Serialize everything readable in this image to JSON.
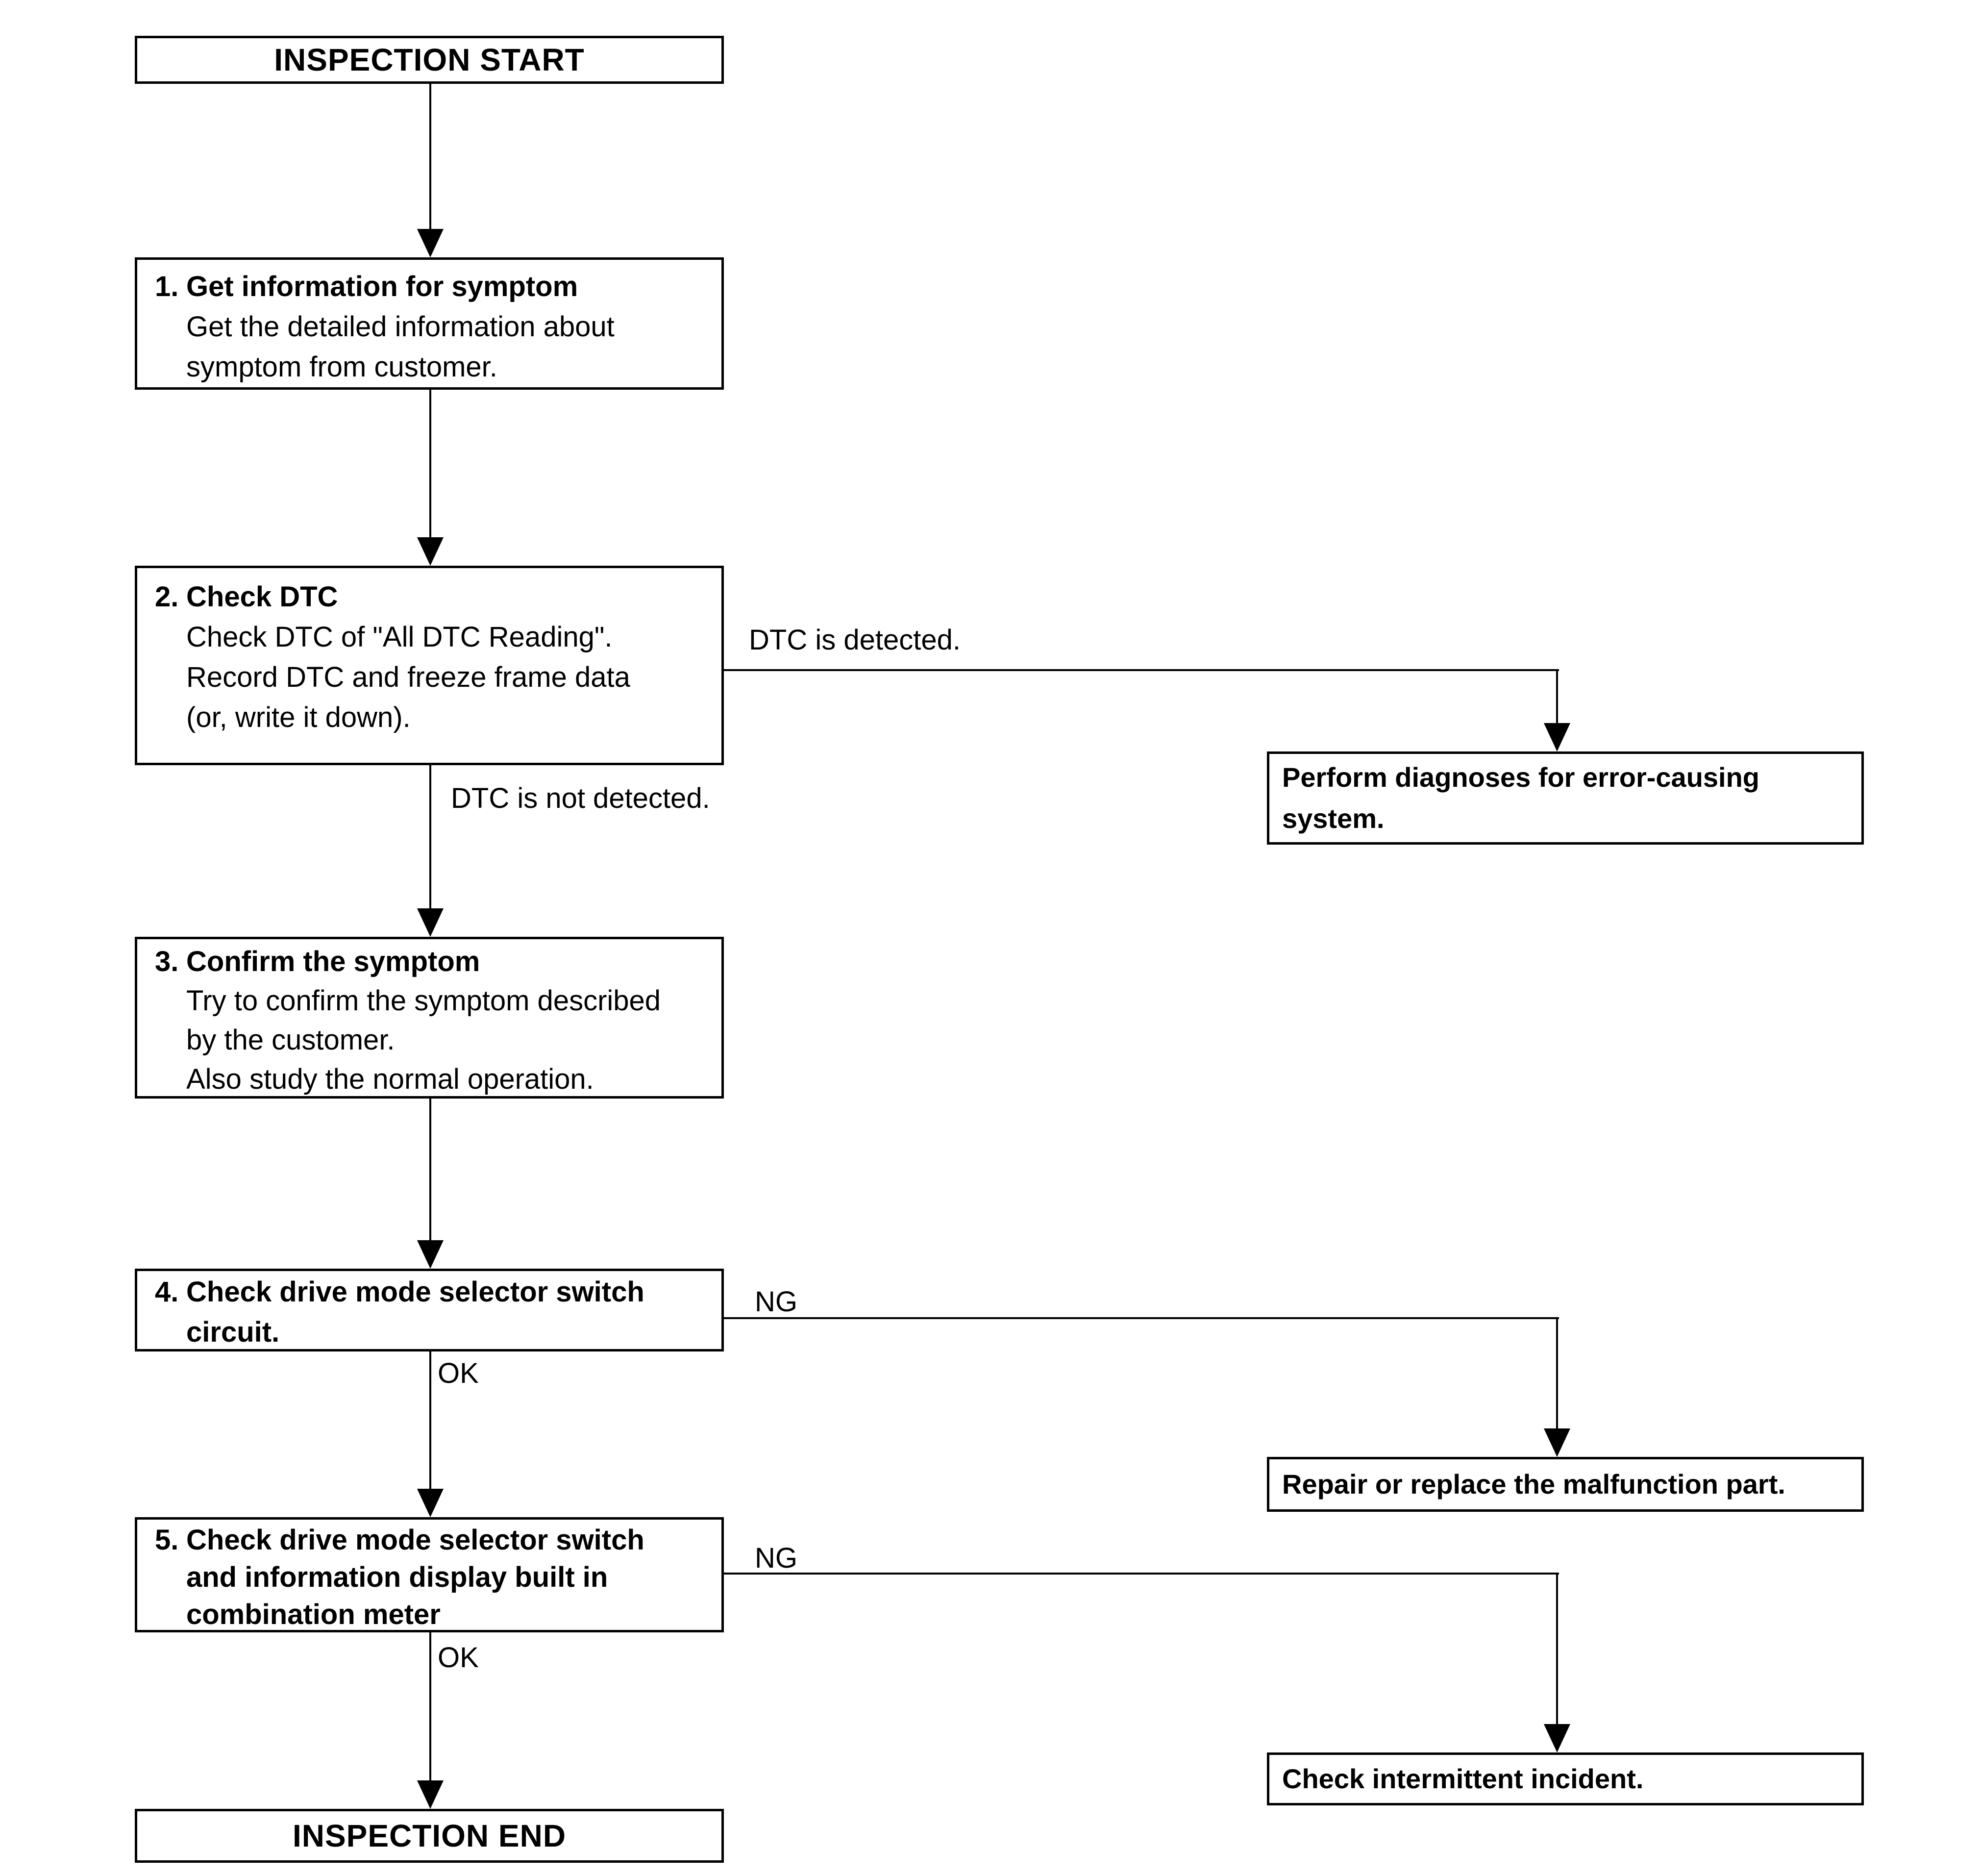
{
  "flowchart": {
    "start": {
      "label": "INSPECTION START"
    },
    "end": {
      "label": "INSPECTION END"
    },
    "steps": {
      "s1": {
        "num": "1.",
        "title": "Get information for symptom",
        "d1": "Get the detailed information about",
        "d2": "symptom from customer."
      },
      "s2": {
        "num": "2.",
        "title": "Check DTC",
        "d1": "Check DTC of \"All DTC Reading\".",
        "d2": "Record DTC and freeze frame data",
        "d3": "(or, write it down)."
      },
      "s3": {
        "num": "3.",
        "title": "Confirm the symptom",
        "d1": "Try to confirm the symptom described",
        "d2": "by the customer.",
        "d3": "Also study the normal operation."
      },
      "s4": {
        "num": "4.",
        "t1": "Check drive mode selector switch",
        "t2": "circuit."
      },
      "s5": {
        "num": "5.",
        "t1": "Check drive mode selector switch",
        "t2": "and information display built in",
        "t3": "combination meter"
      }
    },
    "actions": {
      "perform": {
        "l1": "Perform diagnoses for error-causing",
        "l2": "system."
      },
      "repair": {
        "l1": "Repair or replace the malfunction part."
      },
      "check": {
        "l1": "Check intermittent incident."
      }
    },
    "edge_labels": {
      "dtc_detected": "DTC is detected.",
      "dtc_not_detected": "DTC is not detected.",
      "ng1": "NG",
      "ok1": "OK",
      "ng2": "NG",
      "ok2": "OK"
    },
    "colors": {
      "line": "#000000",
      "background": "#ffffff"
    }
  }
}
